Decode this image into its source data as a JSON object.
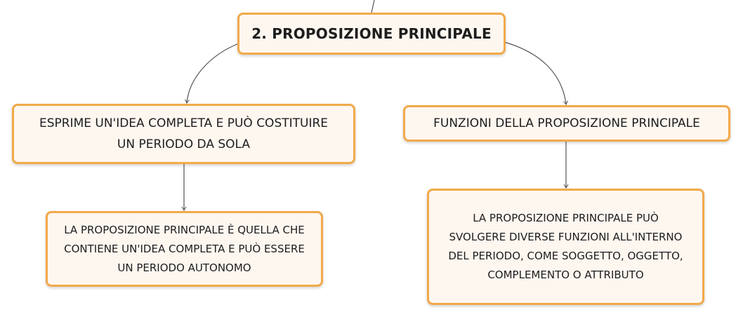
{
  "diagram": {
    "root": {
      "label": "2. PROPOSIZIONE PRINCIPALE"
    },
    "branches": [
      {
        "label": "ESPRIME UN'IDEA COMPLETA E PUÒ COSTITUIRE\nUN PERIODO DA SOLA",
        "child": "LA PROPOSIZIONE PRINCIPALE È QUELLA CHE\nCONTIENE UN'IDEA COMPLETA E PUÒ ESSERE\nUN PERIODO AUTONOMO"
      },
      {
        "label": "FUNZIONI DELLA PROPOSIZIONE PRINCIPALE",
        "child": "LA PROPOSIZIONE PRINCIPALE PUÒ\nSVOLGERE DIVERSE FUNZIONI ALL'INTERNO\nDEL PERIODO, COME SOGGETTO, OGGETTO,\nCOMPLEMENTO O ATTRIBUTO"
      }
    ],
    "colors": {
      "node_border": "#f2a94a",
      "node_fill": "#fef7f0",
      "connector": "#555555",
      "text": "#1d1d1d"
    }
  }
}
